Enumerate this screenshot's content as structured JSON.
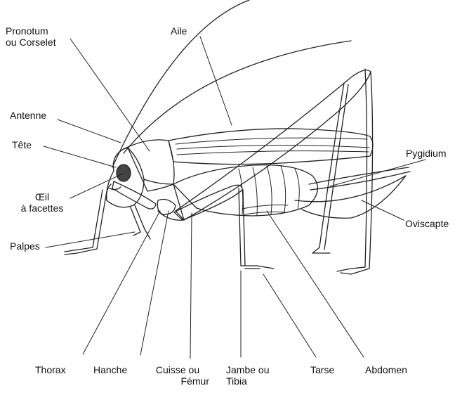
{
  "labels": {
    "pronotum": [
      "Pronotum",
      "ou Corselet"
    ],
    "aile": "Aile",
    "antenne": "Antenne",
    "tete": "Tête",
    "oeil": [
      "Œil",
      "à facettes"
    ],
    "palpes": "Palpes",
    "pygidium": "Pygidium",
    "oviscapte": "Oviscapte",
    "thorax": "Thorax",
    "hanche": "Hanche",
    "cuisse": [
      "Cuisse ou",
      "Fémur"
    ],
    "jambe": [
      "Jambe ou",
      "Tibia"
    ],
    "tarse": "Tarse",
    "abdomen": "Abdomen"
  },
  "colors": {
    "line": "#222222",
    "eye": "#444444",
    "text": "#111111"
  }
}
